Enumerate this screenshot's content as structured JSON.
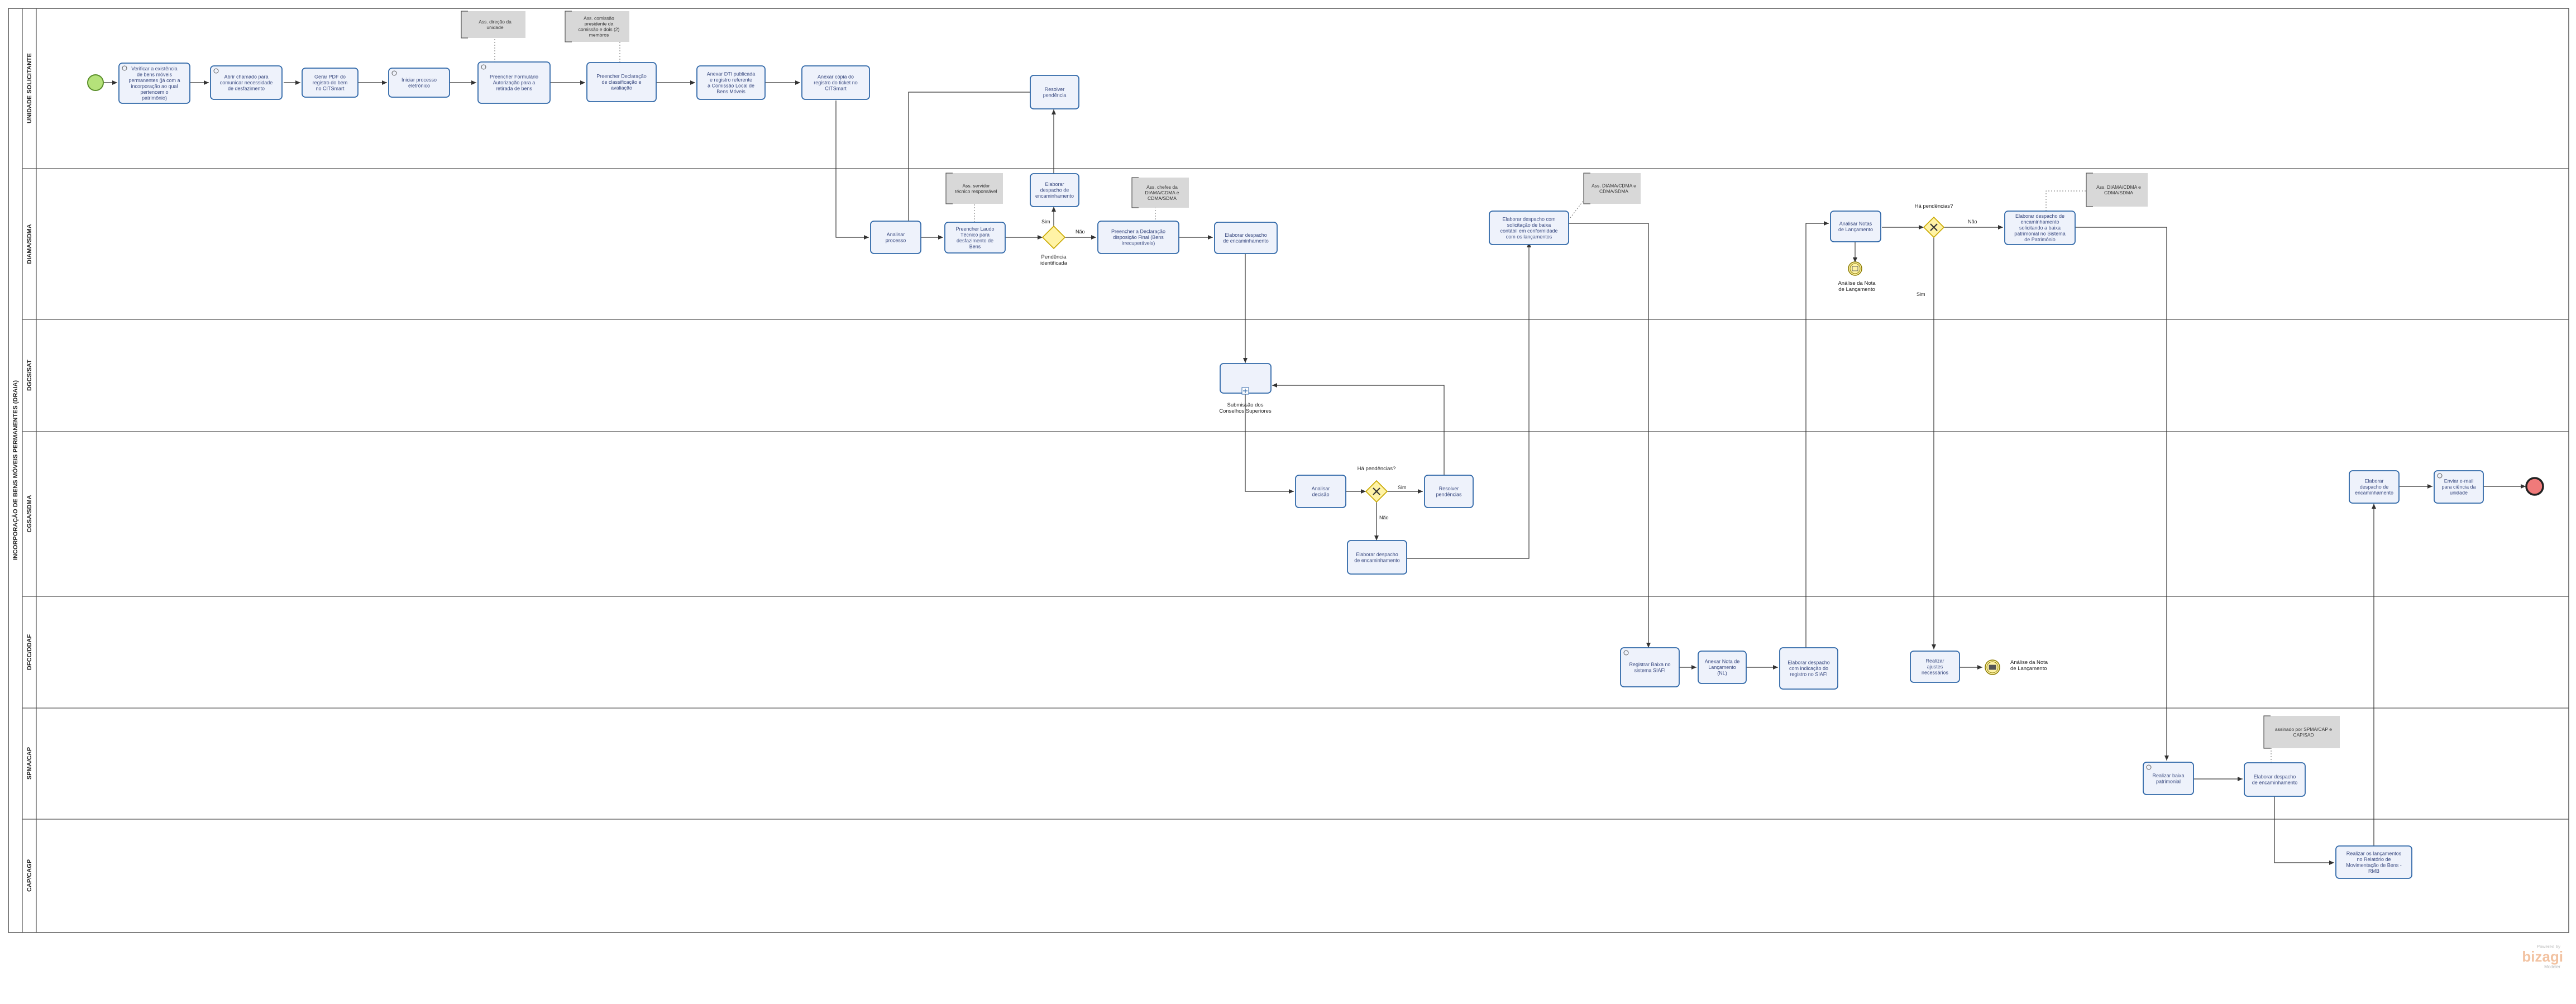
{
  "pool": {
    "title": "INCORPORAÇÃO DE BENS MÓVEIS PERMANENTES (DRAIA)"
  },
  "lanes": [
    {
      "id": "l1",
      "label": "UNIDADE SOLICITANTE"
    },
    {
      "id": "l2",
      "label": "DIAMA/SDMA"
    },
    {
      "id": "l3",
      "label": "DGCS/SAT"
    },
    {
      "id": "l4",
      "label": "CGSA/SDMA"
    },
    {
      "id": "l5",
      "label": "DFCC/DDAF"
    },
    {
      "id": "l6",
      "label": "SPMA/CAP"
    },
    {
      "id": "l7",
      "label": "CAP/CAGP"
    }
  ],
  "colors": {
    "task_fill": "#eef2fb",
    "task_stroke": "#2f67a8",
    "note_fill": "#d8d8d8",
    "start_fill": "#b5e27a",
    "end_fill": "#f07a7a",
    "gateway_fill": "#fff3a6",
    "gateway_stroke": "#c9a800",
    "line": "#333333",
    "lane_border": "#555555"
  },
  "tasks": [
    {
      "id": "t1",
      "text": "Verificar a existência de bens móveis permanentes (já com a incorporação ao qual pertencem o patrimônio)"
    },
    {
      "id": "t2",
      "text": "Abrir chamado para comunicar necessidade de desfazimento"
    },
    {
      "id": "t3",
      "text": "Gerar PDF do registro do bem no CITSmart"
    },
    {
      "id": "t4",
      "text": "Iniciar processo eletrônico"
    },
    {
      "id": "t5",
      "text": "Preencher Formulário Autorização para a retirada de bens"
    },
    {
      "id": "t6",
      "text": "Preencher Declaração de classificação e avaliação"
    },
    {
      "id": "t7",
      "text": "Anexar DTI publicada e registro referente à Comissão Local de Bens Móveis"
    },
    {
      "id": "t8",
      "text": "Anexar cópia do registro do ticket no CITSmart"
    },
    {
      "id": "t9",
      "text": "Resolver pendência"
    },
    {
      "id": "t10",
      "text": "Analisar processo"
    },
    {
      "id": "t11",
      "text": "Preencher Laudo Técnico para desfazimento de Bens"
    },
    {
      "id": "t12",
      "text": "Elaborar despacho de encaminhamento"
    },
    {
      "id": "t13",
      "text": "Preencher a Declaração disposição Final (Bens irrecuperáveis)"
    },
    {
      "id": "t14",
      "text": "Elaborar despacho de encaminhamento"
    },
    {
      "id": "t15",
      "text": "Elaborar despacho com solicitação de baixa contábil em conformidade com os lançamentos"
    },
    {
      "id": "t16",
      "text": "Analisar Notas de Lançamento"
    },
    {
      "id": "t17",
      "text": "Elaborar despacho de encaminhamento solicitando a baixa patrimonial no Sistema de Patrimônio"
    },
    {
      "id": "t18",
      "text": "Analisar decisão"
    },
    {
      "id": "t19",
      "text": "Resolver pendências"
    },
    {
      "id": "t20",
      "text": "Elaborar despacho de encaminhamento"
    },
    {
      "id": "t21",
      "text": "Elaborar despacho de encaminhamento"
    },
    {
      "id": "t22",
      "text": "Enviar e-mail para ciência da unidade"
    },
    {
      "id": "t23",
      "text": "Registrar Baixa no sistema SIAFI"
    },
    {
      "id": "t24",
      "text": "Anexar Nota de Lançamento (NL)"
    },
    {
      "id": "t25",
      "text": "Elaborar despacho com indicação do registro no SIAFI"
    },
    {
      "id": "t26",
      "text": "Realizar ajustes necessários"
    },
    {
      "id": "t27",
      "text": "Realizar baixa patrimonial"
    },
    {
      "id": "t28",
      "text": "Elaborar despacho de encaminhamento"
    },
    {
      "id": "t29",
      "text": "Realizar os lançamentos no Relatório de Movimentação de Bens - RMB"
    }
  ],
  "subprocess": {
    "text": "Submissão dos Conselhos Superiores"
  },
  "notes": [
    {
      "id": "n1",
      "text": "Ass. direção da unidade"
    },
    {
      "id": "n2",
      "text": "Ass. comissão presidente da comissão e dois (2) membros"
    },
    {
      "id": "n3",
      "text": "Ass. servidor técnico responsável"
    },
    {
      "id": "n4",
      "text": "Ass. chefes da DIAMA/CDMA e CDMA/SDMA"
    },
    {
      "id": "n5",
      "text": "Ass. DIAMA/CDMA e CDMA/SDMA"
    },
    {
      "id": "n6",
      "text": "Ass. DIAMA/CDMA e CDMA/SDMA"
    },
    {
      "id": "n7",
      "text": "assinado por SPMA/CAP e CAP/SAD"
    }
  ],
  "gateways": [
    {
      "id": "g1",
      "label": "Pendência identificada"
    },
    {
      "id": "g2",
      "label": "Há pendências?"
    },
    {
      "id": "g3",
      "label": "Há pendências?"
    }
  ],
  "events": [
    {
      "id": "e1",
      "label": "Análise da Nota de Lançamento"
    },
    {
      "id": "e2",
      "label": "Análise da Nota de Lançamento"
    }
  ],
  "edge_labels": {
    "sim": "Sim",
    "nao": "Não"
  },
  "watermark": {
    "line1": "Powered by",
    "line2": "bizagi",
    "line3": "Modeler"
  }
}
